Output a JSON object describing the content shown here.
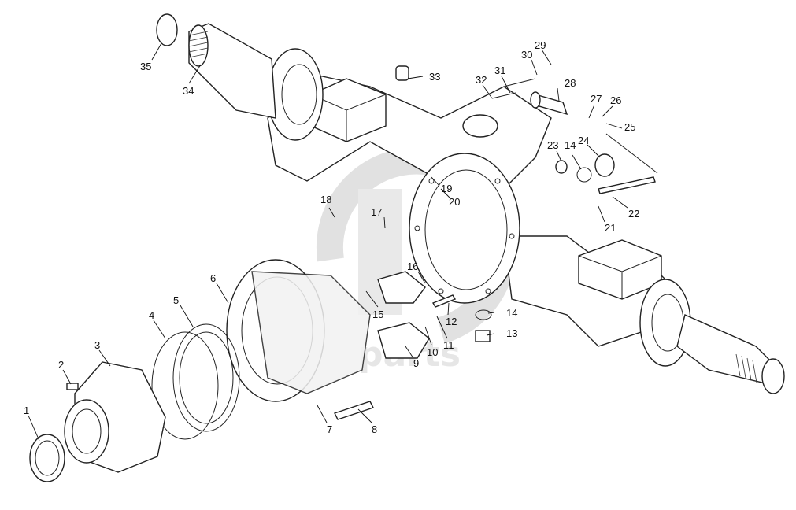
{
  "diagram": {
    "watermark": "parts",
    "callouts": [
      "1",
      "2",
      "3",
      "4",
      "5",
      "6",
      "7",
      "8",
      "9",
      "10",
      "11",
      "12",
      "13",
      "14",
      "15",
      "16",
      "17",
      "18",
      "19",
      "20",
      "21",
      "22",
      "23",
      "24",
      "25",
      "26",
      "27",
      "28",
      "29",
      "30",
      "31",
      "32",
      "33",
      "34",
      "35"
    ],
    "callout_14_second": "14"
  }
}
